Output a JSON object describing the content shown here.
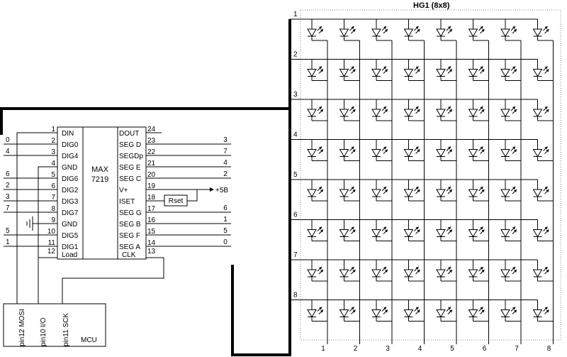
{
  "title": "HG1 (8x8)",
  "ic": {
    "name_line1": "MAX",
    "name_line2": "7219",
    "left_pins": [
      {
        "num": "1",
        "name": "DIN",
        "wire": ""
      },
      {
        "num": "2",
        "name": "DIG0",
        "wire": "0"
      },
      {
        "num": "3",
        "name": "DIG4",
        "wire": "4"
      },
      {
        "num": "4",
        "name": "GND",
        "wire": ""
      },
      {
        "num": "5",
        "name": "DIG6",
        "wire": "6"
      },
      {
        "num": "6",
        "name": "DIG2",
        "wire": "2"
      },
      {
        "num": "7",
        "name": "DIG3",
        "wire": "3"
      },
      {
        "num": "8",
        "name": "DIG7",
        "wire": "7"
      },
      {
        "num": "9",
        "name": "GND",
        "wire": ""
      },
      {
        "num": "10",
        "name": "DIG5",
        "wire": "5"
      },
      {
        "num": "11",
        "name": "DIG1",
        "wire": "1"
      },
      {
        "num": "12",
        "name": "Load",
        "wire": ""
      }
    ],
    "right_pins": [
      {
        "num": "24",
        "name": "DOUT",
        "wire": ""
      },
      {
        "num": "23",
        "name": "SEG D",
        "wire": "3"
      },
      {
        "num": "22",
        "name": "SEGDp",
        "wire": "7"
      },
      {
        "num": "21",
        "name": "SEG E",
        "wire": "4"
      },
      {
        "num": "20",
        "name": "SEG C",
        "wire": "2"
      },
      {
        "num": "19",
        "name": "V+",
        "wire": ""
      },
      {
        "num": "18",
        "name": "ISET",
        "wire": ""
      },
      {
        "num": "17",
        "name": "SEG G",
        "wire": "6"
      },
      {
        "num": "16",
        "name": "SEG B",
        "wire": "1"
      },
      {
        "num": "15",
        "name": "SEG F",
        "wire": "5"
      },
      {
        "num": "14",
        "name": "SEG A",
        "wire": "0"
      },
      {
        "num": "13",
        "name": "CLK",
        "wire": ""
      }
    ]
  },
  "rset_label": "Rset",
  "vplus_label": "+5B",
  "mcu": {
    "label": "MCU",
    "pins": [
      "pin12 MOSI",
      "pin10  I/O",
      "pin11 SCK"
    ]
  },
  "matrix": {
    "row_labels": [
      "1",
      "2",
      "3",
      "4",
      "5",
      "6",
      "7",
      "8"
    ],
    "col_labels": [
      "1",
      "2",
      "3",
      "4",
      "5",
      "6",
      "7",
      "8"
    ]
  }
}
